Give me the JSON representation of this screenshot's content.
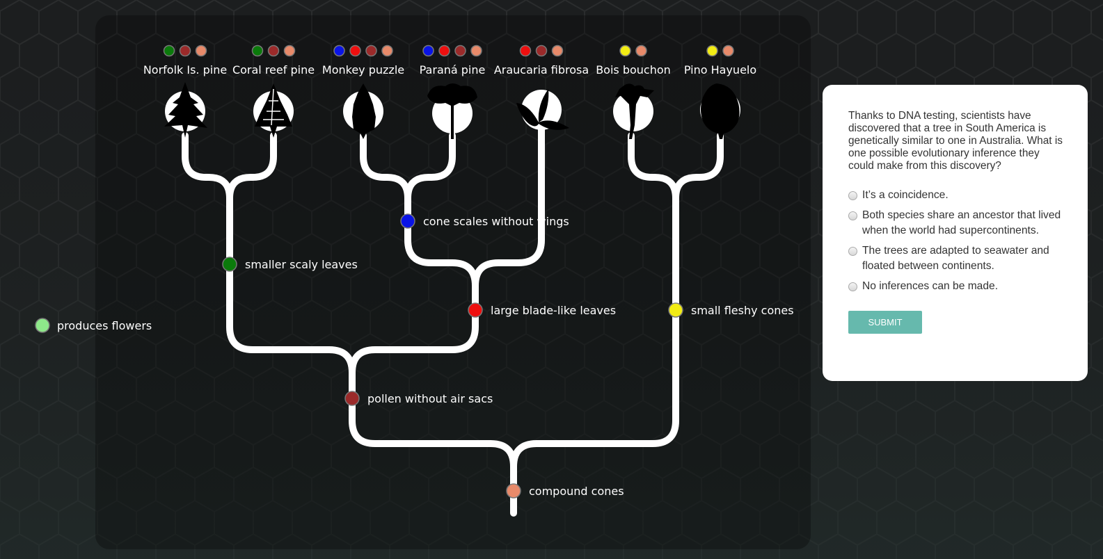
{
  "colors": {
    "green": "#0b7a0b",
    "darkred": "#9b2a2a",
    "salmon": "#e88a6a",
    "blue": "#0a14e6",
    "red": "#ee0f0f",
    "yellow": "#f2ec14",
    "lightgreen": "#8ee88a",
    "branch": "#ffffff",
    "accent_button": "#66b9ad"
  },
  "tree": {
    "species": [
      {
        "name": "Norfolk Is. pine",
        "traits": [
          "green",
          "darkred",
          "salmon"
        ],
        "icon": "conifer-tree-icon"
      },
      {
        "name": "Coral reef pine",
        "traits": [
          "green",
          "darkred",
          "salmon"
        ],
        "icon": "spruce-tree-icon"
      },
      {
        "name": "Monkey puzzle",
        "traits": [
          "blue",
          "red",
          "darkred",
          "salmon"
        ],
        "icon": "columnar-tree-icon"
      },
      {
        "name": "Paraná pine",
        "traits": [
          "blue",
          "red",
          "darkred",
          "salmon"
        ],
        "icon": "umbrella-tree-icon"
      },
      {
        "name": "Araucaria fibrosa",
        "traits": [
          "red",
          "darkred",
          "salmon"
        ],
        "icon": "bladed-leaf-tree-icon"
      },
      {
        "name": "Bois bouchon",
        "traits": [
          "yellow",
          "salmon"
        ],
        "icon": "sparse-tree-icon"
      },
      {
        "name": "Pino Hayuelo",
        "traits": [
          "yellow",
          "salmon"
        ],
        "icon": "broad-tree-icon"
      }
    ],
    "nodes": [
      {
        "label": "smaller scaly leaves",
        "color": "green"
      },
      {
        "label": "cone scales without wings",
        "color": "blue"
      },
      {
        "label": "large blade-like leaves",
        "color": "red"
      },
      {
        "label": "small fleshy cones",
        "color": "yellow"
      },
      {
        "label": "pollen without air sacs",
        "color": "darkred"
      },
      {
        "label": "compound cones",
        "color": "salmon"
      }
    ],
    "legend_extra": {
      "label": "produces flowers",
      "color": "lightgreen"
    }
  },
  "question": {
    "text": "Thanks to DNA testing, scientists have discovered that a tree in South America is genetically similar to one in Australia. What is one possible evolutionary inference they could make from this discovery?",
    "options": [
      "It’s a coincidence.",
      "Both species share an ancestor that lived when the world had supercontinents.",
      "The trees are adapted to seawater and floated between continents.",
      "No inferences can be made."
    ],
    "submit_label": "SUBMIT"
  }
}
